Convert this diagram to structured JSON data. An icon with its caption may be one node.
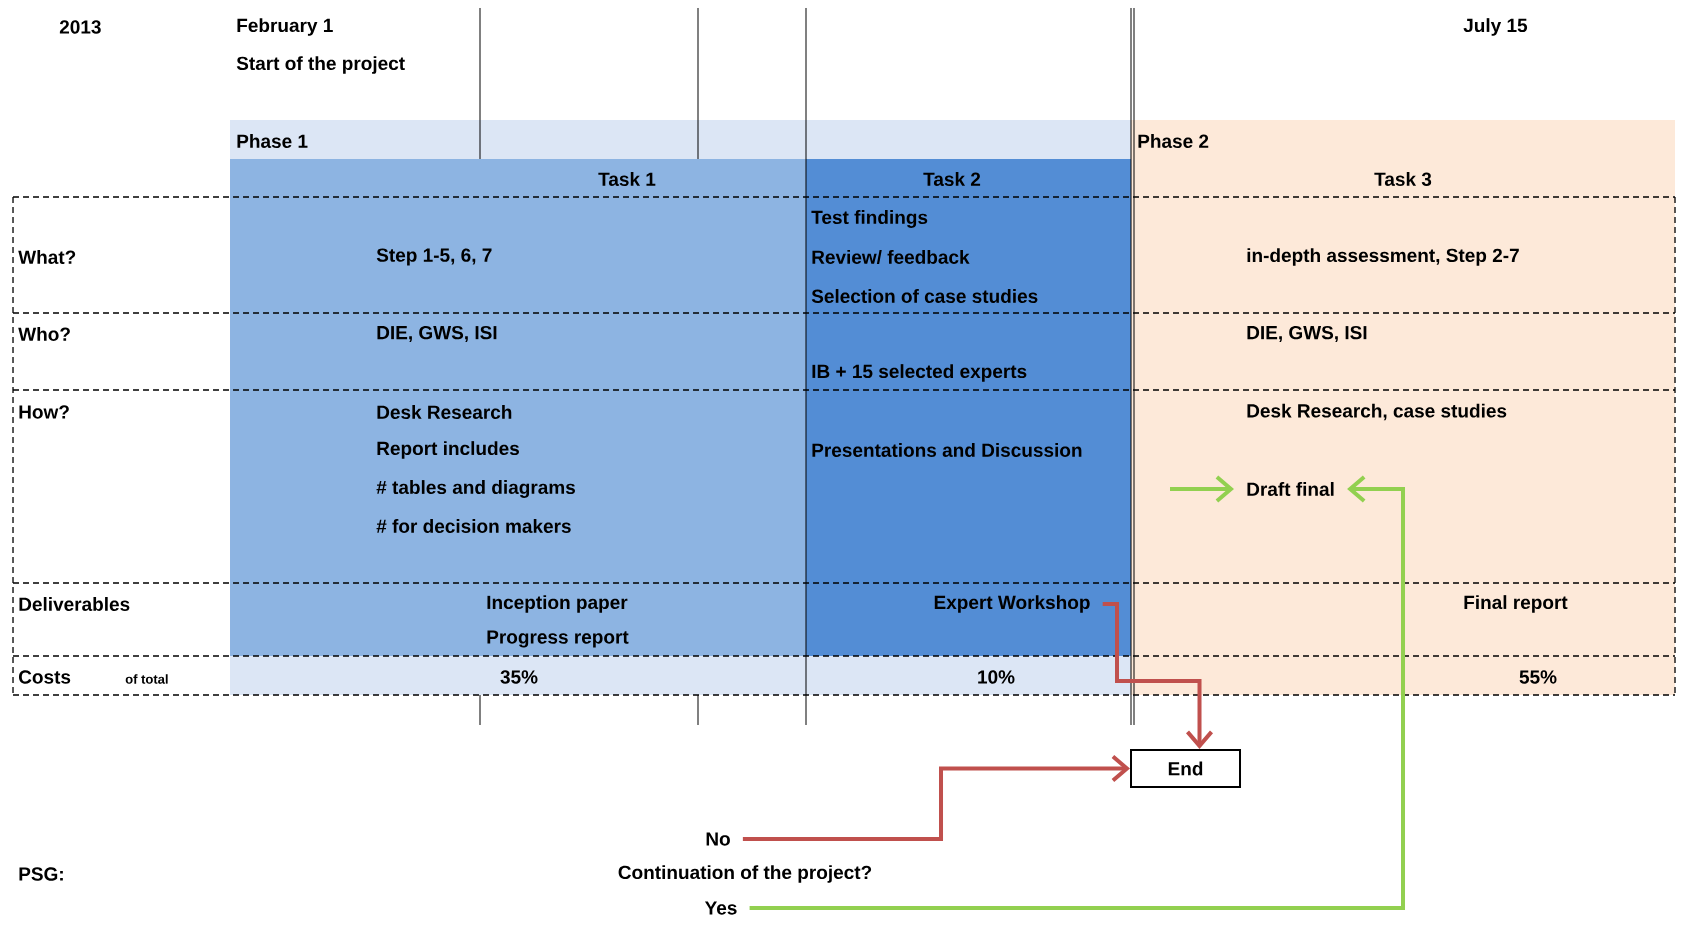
{
  "diagram": {
    "nodes": [
      {
        "text": [
          "Draft final"
        ]
      },
      {
        "text": [
          "Expert Workshop"
        ]
      },
      {
        "text": [
          "End"
        ]
      },
      {
        "text": [
          "No"
        ]
      },
      {
        "text": [
          "Yes"
        ]
      }
    ],
    "edges": [
      {
        "from": 1,
        "to": 2,
        "arrow": "to",
        "color": "#c0504d"
      },
      {
        "from": 3,
        "to": 2,
        "arrow": "to",
        "color": "#c0504d"
      },
      {
        "from": 4,
        "to": 0,
        "arrow": "to",
        "color": "#92d050"
      },
      {
        "from": null,
        "to": 0,
        "arrow": "to",
        "color": "#92d050"
      }
    ],
    "labels": [
      "2013",
      "February 1",
      "July 15",
      "Start of the project",
      "Phase 1",
      "Phase 2",
      "Task 1",
      "Task 2",
      "Task 3",
      "Test findings",
      "What?",
      "Step 1-5, 6, 7",
      "Review/ feedback",
      "in-depth assessment, Step 2-7",
      "Selection of case studies",
      "Who?",
      "DIE, GWS, ISI",
      "DIE, GWS, ISI",
      "IB + 15 selected experts",
      "How?",
      "Desk Research",
      "Desk Research, case studies",
      "Report includes",
      "Presentations and Discussion",
      "# tables and diagrams",
      "# for decision makers",
      "Deliverables",
      "Inception paper",
      "Final report",
      "Progress report",
      "Costs",
      "of total",
      "35%",
      "10%",
      "55%",
      "PSG:",
      "Continuation of the project?"
    ]
  }
}
